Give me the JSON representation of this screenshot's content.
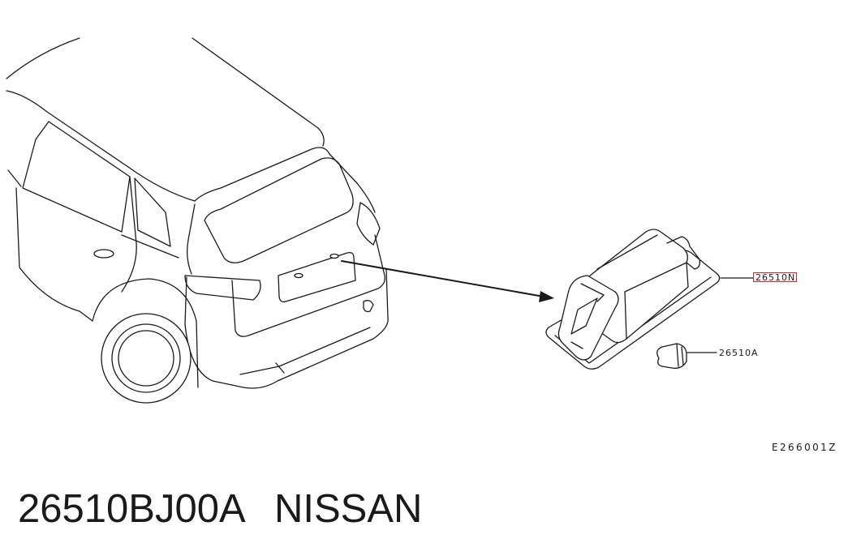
{
  "callouts": {
    "lamp_assembly": {
      "label": "26510N",
      "highlighted": true
    },
    "bulb": {
      "label": "26510A",
      "highlighted": false
    }
  },
  "diagram_code": "E266001Z",
  "caption": {
    "part_number": "26510BJ00A",
    "brand": "NISSAN"
  },
  "colors": {
    "highlight": "#e0202a",
    "line": "#1a1a1a",
    "background": "#ffffff"
  }
}
